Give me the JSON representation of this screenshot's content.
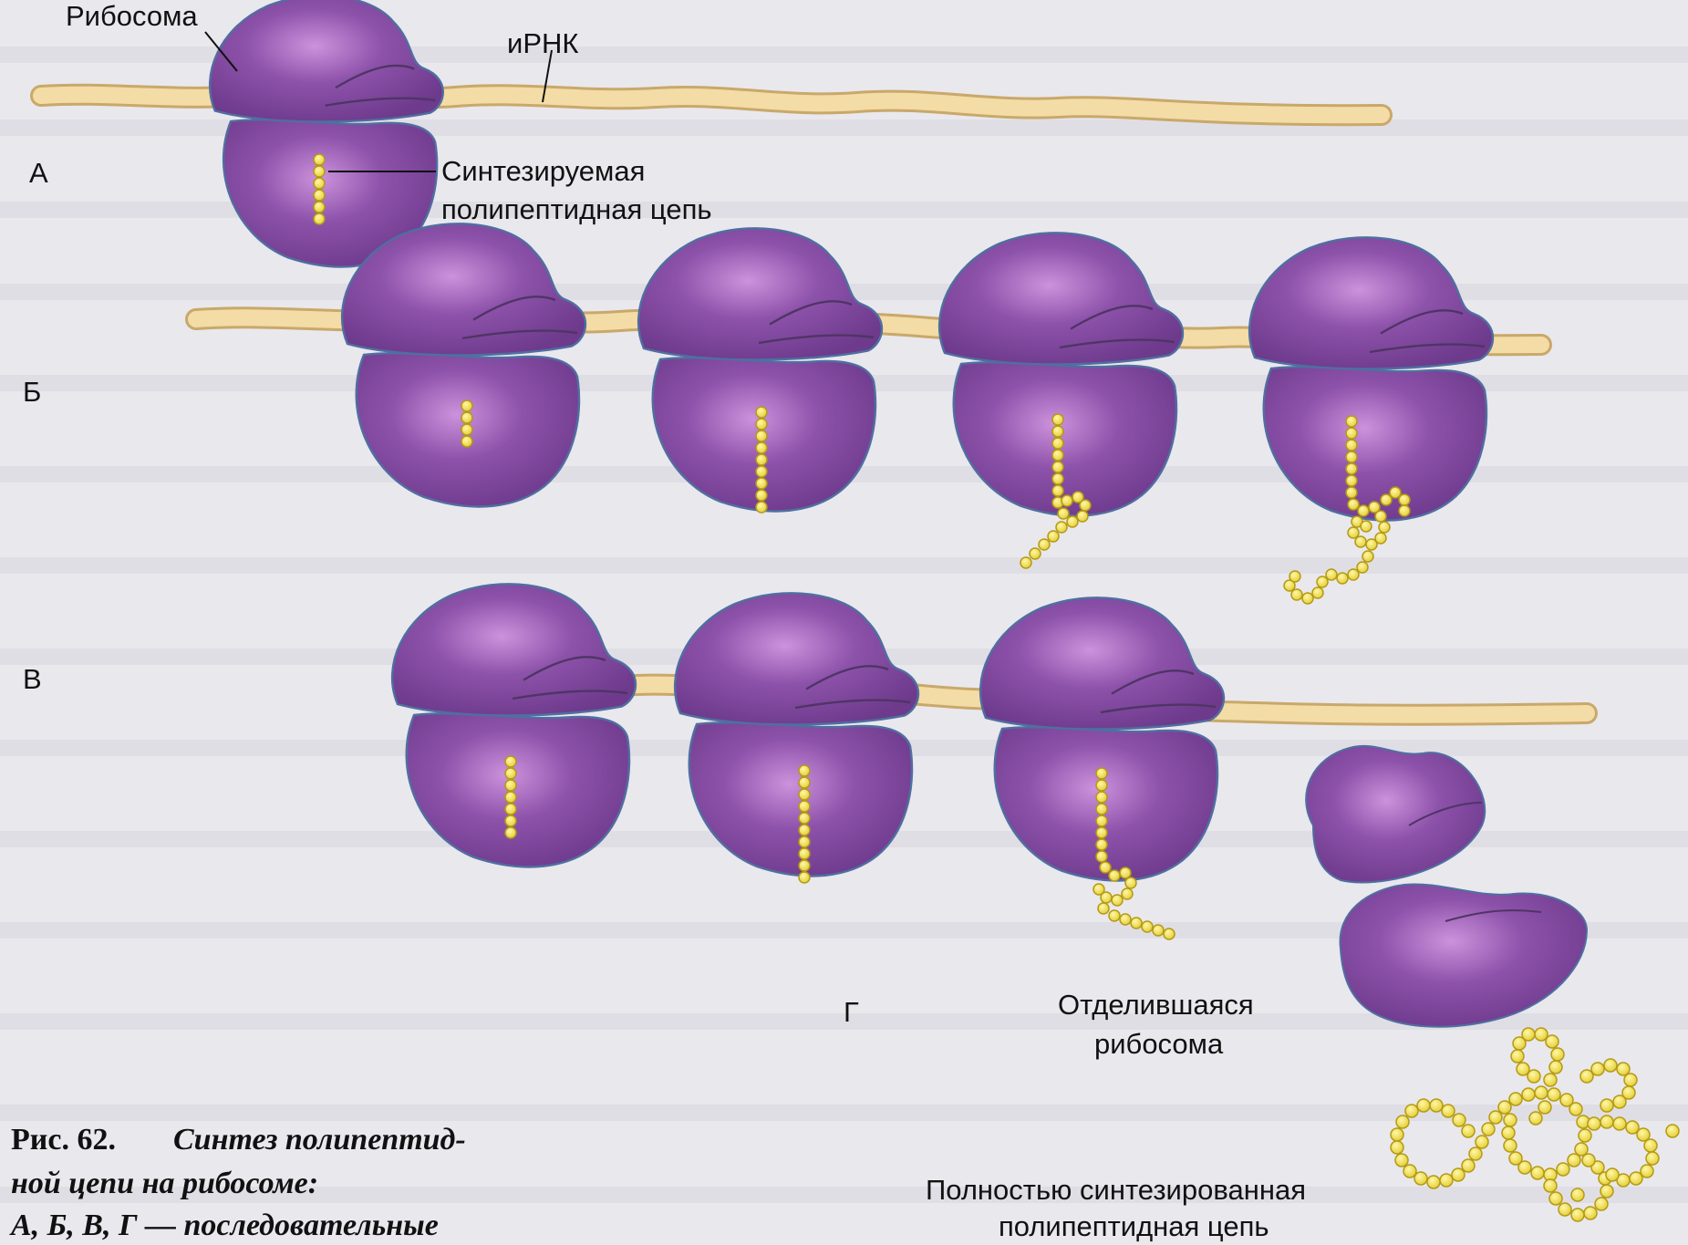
{
  "labels": {
    "ribosome": "Рибосома",
    "mrna": "иРНК",
    "chain_line1": "Синтезируемая",
    "chain_line2": "полипептидная цепь",
    "panel_a": "А",
    "panel_b": "Б",
    "panel_c": "В",
    "panel_d": "Г",
    "detached_line1": "Отделившаяся",
    "detached_line2": "рибосома",
    "complete_line1": "Полностью синтезированная",
    "complete_line2": "полипептидная цепь"
  },
  "caption": {
    "number": "Рис. 62.",
    "line1": "Синтез полипептид-",
    "line2": "ной цепи на рибосоме:",
    "line3": "А, Б, В, Г — последовательные"
  },
  "colors": {
    "background": "#e9e8ec",
    "ribosome": "#8a4fa6",
    "ribosome_dark": "#6e3a8c",
    "ribosome_light": "#c28ad6",
    "mrna": "#f2d7a0",
    "mrna_edge": "#c9a86a",
    "bead": "#f0e05a",
    "bead_edge": "#b49a16"
  }
}
